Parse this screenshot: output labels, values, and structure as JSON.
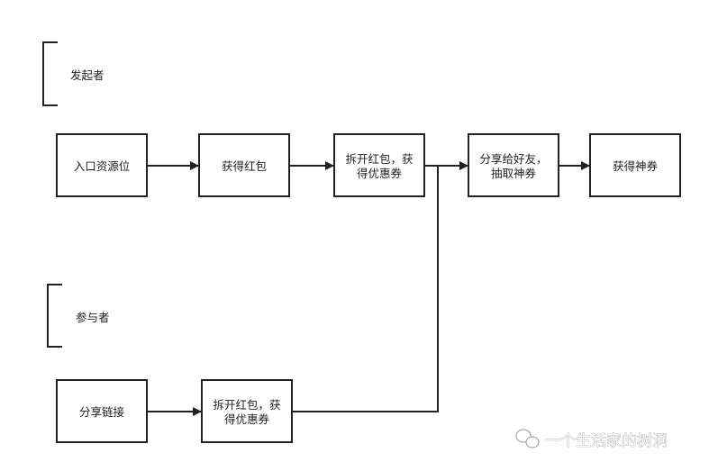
{
  "roles": {
    "initiator": "发起者",
    "participant": "参与者"
  },
  "nodes": {
    "entry": [
      "入口资源位"
    ],
    "get_red_packet": [
      "获得红包"
    ],
    "open_red_packet_1": [
      "拆开红包，获",
      "得优惠券"
    ],
    "share_to_friend": [
      "分享给好友，",
      "抽取神券"
    ],
    "get_coupon": [
      "获得神券"
    ],
    "share_link": [
      "分享链接"
    ],
    "open_red_packet_2": [
      "拆开红包，获",
      "得优惠券"
    ]
  },
  "watermark": "一个生活家的树洞"
}
